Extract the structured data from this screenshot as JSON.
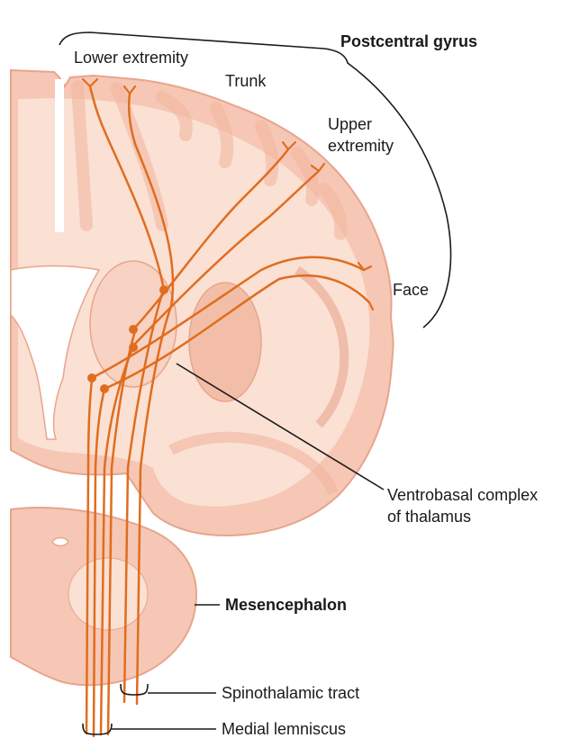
{
  "labels": {
    "postcentral_gyrus": "Postcentral gyrus",
    "lower_extremity": "Lower extremity",
    "trunk": "Trunk",
    "upper_extremity_line1": "Upper",
    "upper_extremity_line2": "extremity",
    "face": "Face",
    "ventrobasal_line1": "Ventrobasal complex",
    "ventrobasal_line2": "of thalamus",
    "mesencephalon": "Mesencephalon",
    "spinothalamic_tract": "Spinothalamic tract",
    "medial_lemniscus": "Medial lemniscus"
  },
  "colors": {
    "tissue": "#f6c7b4",
    "tissue_light": "#fbe0d4",
    "tissue_outline": "#e7a58d",
    "tract": "#e06d1e",
    "leader": "#1a1a1a"
  }
}
